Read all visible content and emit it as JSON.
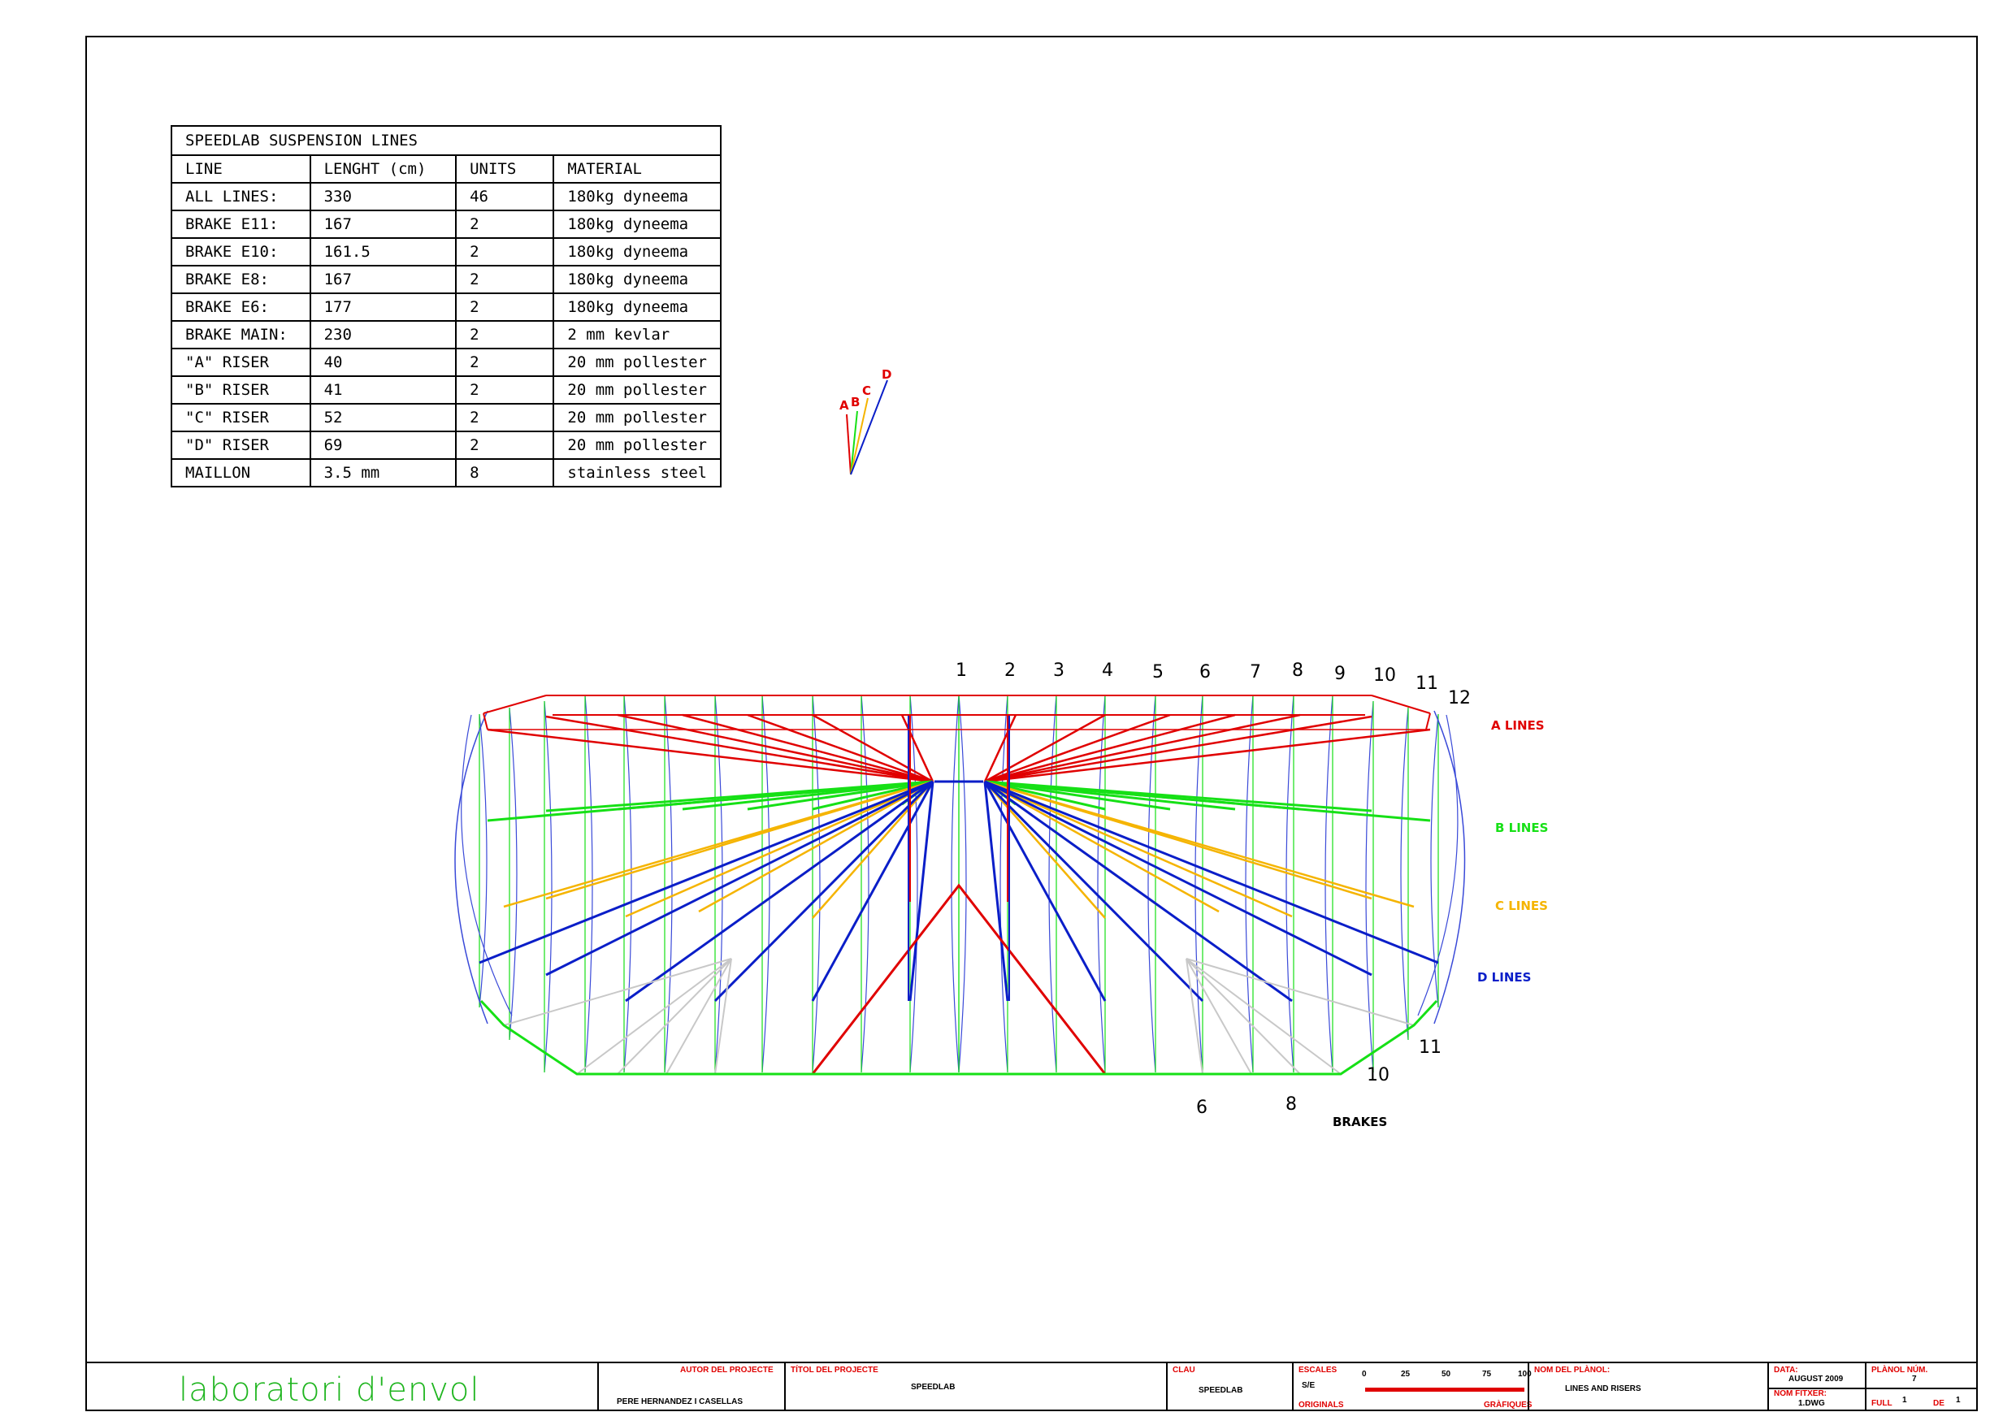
{
  "table": {
    "title": "SPEEDLAB SUSPENSION LINES",
    "headers": [
      "LINE",
      "LENGHT (cm)",
      "UNITS",
      "MATERIAL"
    ],
    "rows": [
      [
        "ALL LINES:",
        "330",
        "46",
        "180kg dyneema"
      ],
      [
        "BRAKE E11:",
        "167",
        "2",
        "180kg dyneema"
      ],
      [
        "BRAKE E10:",
        "161.5",
        "2",
        "180kg dyneema"
      ],
      [
        "BRAKE E8:",
        "167",
        "2",
        "180kg dyneema"
      ],
      [
        "BRAKE E6:",
        "177",
        "2",
        "180kg dyneema"
      ],
      [
        "BRAKE MAIN:",
        "230",
        "2",
        "2 mm kevlar"
      ],
      [
        "\"A\" RISER",
        "40",
        "2",
        "20 mm pollester"
      ],
      [
        "\"B\" RISER",
        "41",
        "2",
        "20 mm pollester"
      ],
      [
        "\"C\" RISER",
        "52",
        "2",
        "20 mm pollester"
      ],
      [
        "\"D\" RISER",
        "69",
        "2",
        "20 mm pollester"
      ],
      [
        "MAILLON",
        "3.5 mm",
        "8",
        "stainless steel"
      ]
    ]
  },
  "riser_icon": {
    "labels": [
      "A",
      "B",
      "C",
      "D"
    ]
  },
  "rib_numbers": [
    "1",
    "2",
    "3",
    "4",
    "5",
    "6",
    "7",
    "8",
    "9",
    "10",
    "11",
    "12"
  ],
  "brake_numbers": [
    "11",
    "10",
    "8",
    "6"
  ],
  "brakes_label": "BRAKES",
  "legend": {
    "a": "A LINES",
    "b": "B LINES",
    "c": "C LINES",
    "d": "D LINES"
  },
  "colors": {
    "a_lines": "#e00000",
    "b_lines": "#16e016",
    "c_lines": "#f5b400",
    "d_lines": "#0a1ec8",
    "ribs": "#3a4ad8",
    "brake_lines": "#c8c8c8"
  },
  "title_block": {
    "brand": "laboratori d'envol",
    "autor_label": "AUTOR DEL PROJECTE",
    "autor": "PERE HERNANDEZ I CASELLAS",
    "titol_label": "TÍTOL DEL PROJECTE",
    "titol": "SPEEDLAB",
    "clau_label": "CLAU",
    "clau": "SPEEDLAB",
    "escales_label": "ESCALES",
    "escala": "S/E",
    "originals_label": "ORIGINALS",
    "grafiques_label": "GRÀFIQUES",
    "scale_ticks": [
      "0",
      "25",
      "50",
      "75",
      "100"
    ],
    "nom_planol_label": "NOM DEL PLÀNOL:",
    "nom_planol": "LINES AND RISERS",
    "data_label": "DATA:",
    "data": "AUGUST 2009",
    "fitxer_label": "NOM FITXER:",
    "fitxer": "1.DWG",
    "planol_num_label": "PLÀNOL NÚM.",
    "planol_num": "7",
    "full": "FULL",
    "full_num": "1",
    "de": "DE",
    "de_num": "1"
  }
}
